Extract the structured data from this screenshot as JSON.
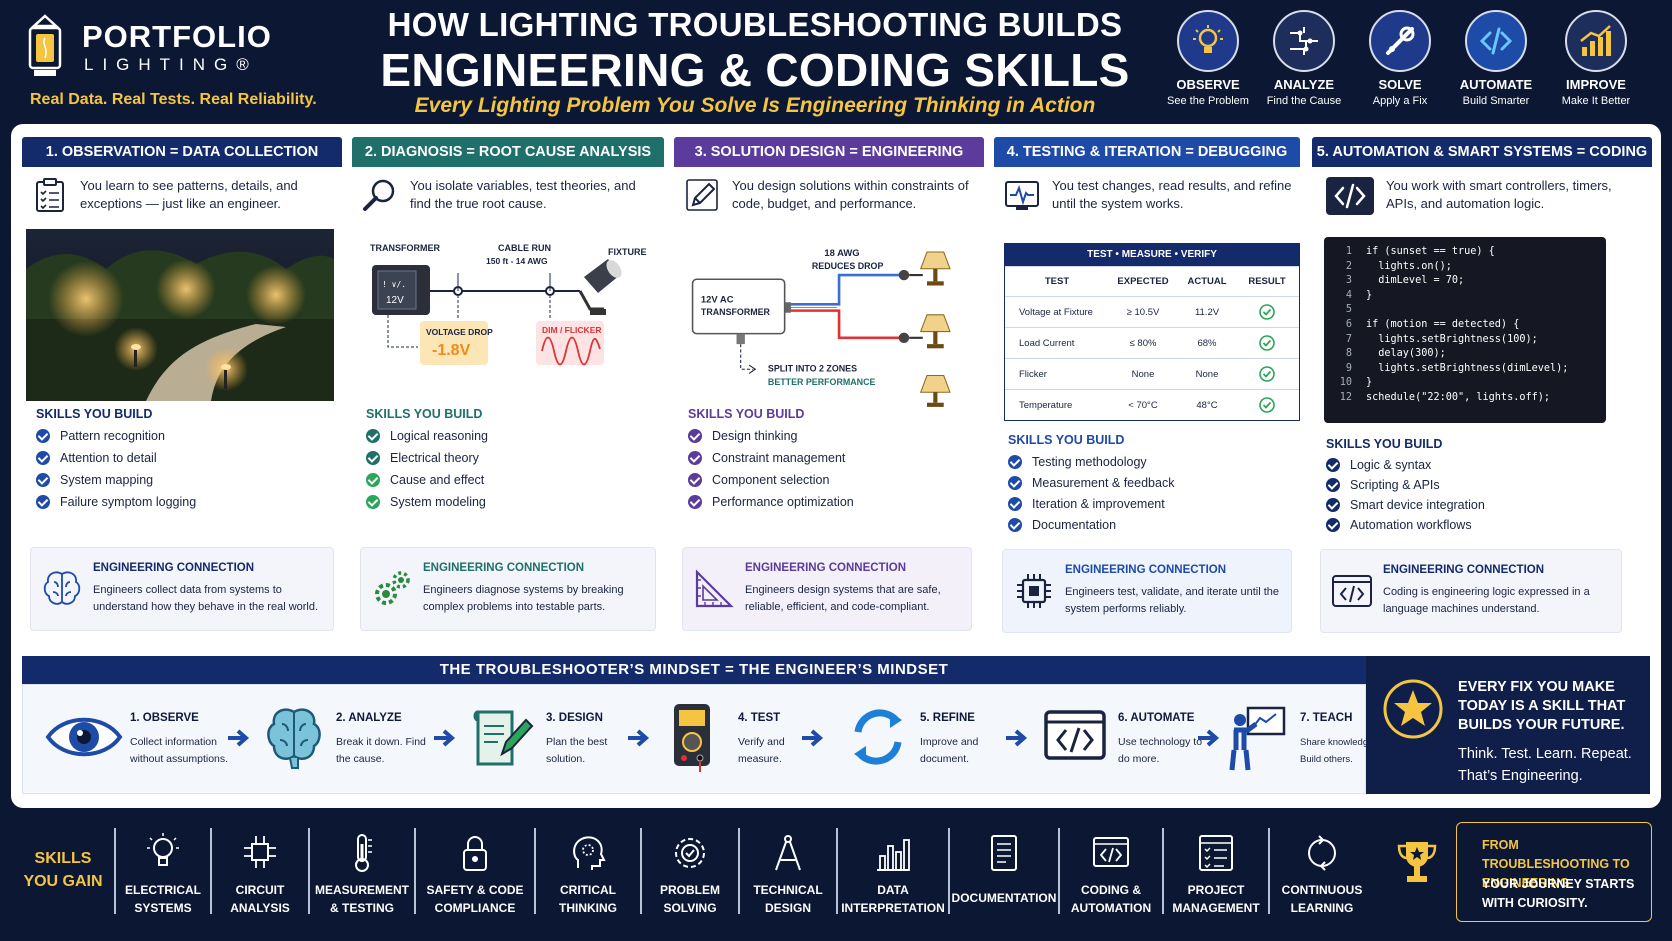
{
  "brand": {
    "name": "PORTFOLIO",
    "sub": "LIGHTING®",
    "tagline": "Real Data. Real Tests. Real Reliability."
  },
  "title": {
    "line1": "HOW LIGHTING TROUBLESHOOTING BUILDS",
    "line2": "ENGINEERING & CODING SKILLS",
    "subtitle": "Every Lighting Problem You Solve Is Engineering Thinking in Action"
  },
  "header_steps": [
    {
      "label": "OBSERVE",
      "sub": "See the Problem",
      "icon": "lightbulb-icon"
    },
    {
      "label": "ANALYZE",
      "sub": "Find the Cause",
      "icon": "circuit-icon"
    },
    {
      "label": "SOLVE",
      "sub": "Apply a Fix",
      "icon": "tools-icon"
    },
    {
      "label": "AUTOMATE",
      "sub": "Build Smarter",
      "icon": "code-icon"
    },
    {
      "label": "IMPROVE",
      "sub": "Make It Better",
      "icon": "growth-chart-icon"
    }
  ],
  "colors": {
    "navy": "#132a6b",
    "teal": "#1f6f6a",
    "purple": "#5b3b9c",
    "blue": "#1e4aa8",
    "gold": "#f5c542",
    "green": "#2aa55a"
  },
  "cards": [
    {
      "header": "1. OBSERVATION = DATA COLLECTION",
      "intro": "You learn to see patterns, details, and exceptions — just like an engineer.",
      "skills_title": "SKILLS YOU BUILD",
      "skills": [
        "Pattern recognition",
        "Attention to detail",
        "System mapping",
        "Failure symptom logging"
      ],
      "conn_title": "ENGINEERING CONNECTION",
      "conn_text": "Engineers collect data from systems to understand how they behave in the real world."
    },
    {
      "header": "2. DIAGNOSIS = ROOT CAUSE ANALYSIS",
      "intro": "You isolate variables, test theories, and find the true root cause.",
      "skills_title": "SKILLS YOU BUILD",
      "skills": [
        "Logical reasoning",
        "Electrical theory",
        "Cause and effect",
        "System modeling"
      ],
      "conn_title": "ENGINEERING CONNECTION",
      "conn_text": "Engineers diagnose systems by breaking complex problems into testable parts."
    },
    {
      "header": "3. SOLUTION DESIGN = ENGINEERING",
      "intro": "You design solutions within constraints of code, budget, and performance.",
      "skills_title": "SKILLS YOU BUILD",
      "skills": [
        "Design thinking",
        "Constraint management",
        "Component selection",
        "Performance optimization"
      ],
      "conn_title": "ENGINEERING CONNECTION",
      "conn_text": "Engineers design systems that are safe, reliable, efficient, and code-compliant."
    },
    {
      "header": "4. TESTING & ITERATION = DEBUGGING",
      "intro": "You test changes, read results, and refine until the system works.",
      "skills_title": "SKILLS YOU BUILD",
      "skills": [
        "Testing methodology",
        "Measurement & feedback",
        "Iteration & improvement",
        "Documentation"
      ],
      "conn_title": "ENGINEERING CONNECTION",
      "conn_text": "Engineers test, validate, and iterate until the system performs reliably."
    },
    {
      "header": "5. AUTOMATION & SMART SYSTEMS = CODING",
      "intro": "You work with smart controllers, timers, APIs, and automation logic.",
      "skills_title": "SKILLS YOU BUILD",
      "skills": [
        "Logic & syntax",
        "Scripting & APIs",
        "Smart device integration",
        "Automation workflows"
      ],
      "conn_title": "ENGINEERING CONNECTION",
      "conn_text": "Coding is engineering logic expressed in a language machines understand."
    }
  ],
  "diagnosis": {
    "transformer": "TRANSFORMER",
    "transformer_face": "12V",
    "cable_run": "CABLE RUN",
    "cable_spec": "150 ft - 14 AWG",
    "fixture": "FIXTURE",
    "drop_label": "VOLTAGE DROP",
    "drop_value": "-1.8V",
    "flicker_label": "DIM / FLICKER"
  },
  "design": {
    "awg": "18 AWG",
    "awg_sub": "REDUCES DROP",
    "transformer": "12V AC",
    "transformer_sub": "TRANSFORMER",
    "split": "SPLIT INTO 2 ZONES",
    "split_sub": "BETTER PERFORMANCE"
  },
  "test_table": {
    "title": "TEST • MEASURE • VERIFY",
    "headers": [
      "TEST",
      "EXPECTED",
      "ACTUAL",
      "RESULT"
    ],
    "rows": [
      [
        "Voltage at Fixture",
        "≥ 10.5V",
        "11.2V"
      ],
      [
        "Load Current",
        "≤ 80%",
        "68%"
      ],
      [
        "Flicker",
        "None",
        "None"
      ],
      [
        "Temperature",
        "< 70°C",
        "48°C"
      ]
    ]
  },
  "code_lines": [
    [
      "1",
      "if (sunset == true) {"
    ],
    [
      "2",
      "  lights.on();"
    ],
    [
      "3",
      "  dimLevel = 70;"
    ],
    [
      "4",
      "}"
    ],
    [
      "5",
      ""
    ],
    [
      "6",
      "if (motion == detected) {"
    ],
    [
      "7",
      "  lights.setBrightness(100);"
    ],
    [
      "8",
      "  delay(300);"
    ],
    [
      "9",
      "  lights.setBrightness(dimLevel);"
    ],
    [
      "10",
      "}"
    ],
    [
      "12",
      "schedule(\"22:00\", lights.off);"
    ]
  ],
  "mindset": {
    "title": "THE TROUBLESHOOTER’S MINDSET = THE ENGINEER’S MINDSET",
    "steps": [
      {
        "title": "1. OBSERVE",
        "desc": "Collect information without assumptions."
      },
      {
        "title": "2. ANALYZE",
        "desc": "Break it down. Find the cause."
      },
      {
        "title": "3. DESIGN",
        "desc": "Plan the best solution."
      },
      {
        "title": "4. TEST",
        "desc": "Verify and measure."
      },
      {
        "title": "5. REFINE",
        "desc": "Improve and document."
      },
      {
        "title": "6. AUTOMATE",
        "desc": "Use technology to do more."
      },
      {
        "title": "7. TEACH",
        "desc": "Share knowledge. Build others."
      }
    ],
    "fix_l1": "EVERY FIX YOU MAKE TODAY IS A SKILL THAT BUILDS YOUR FUTURE.",
    "fix_l2": "Think. Test. Learn. Repeat. That’s Engineering."
  },
  "skills_gain": {
    "title": "SKILLS YOU GAIN",
    "items": [
      "ELECTRICAL SYSTEMS",
      "CIRCUIT ANALYSIS",
      "MEASUREMENT & TESTING",
      "SAFETY & CODE COMPLIANCE",
      "CRITICAL THINKING",
      "PROBLEM SOLVING",
      "TECHNICAL DESIGN",
      "DATA INTERPRETATION",
      "DOCUMENTATION",
      "CODING & AUTOMATION",
      "PROJECT MANAGEMENT",
      "CONTINUOUS LEARNING"
    ],
    "journey_l1": "FROM TROUBLESHOOTING TO ENGINEERING",
    "journey_l2": "YOUR JOURNEY STARTS WITH CURIOSITY."
  }
}
